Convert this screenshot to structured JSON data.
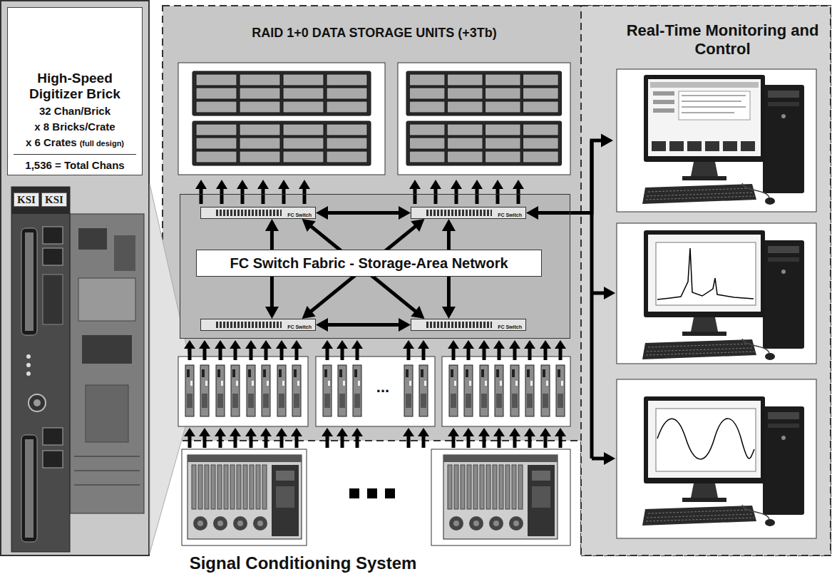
{
  "diagram": {
    "nodes": [
      {
        "text": [
          "High-Speed Digitizer Brick",
          "32 Chan/Brick",
          "x 8 Bricks/Crate",
          "x 6 Crates",
          "(full design)",
          "1,536 = Total Chans"
        ]
      },
      {
        "text": [
          "FC Switch Fabric - Storage-Area Network"
        ]
      },
      {
        "text": [
          "FC Switch"
        ],
        "in": 1
      },
      {
        "text": [
          "FC Switch"
        ],
        "in": 1
      },
      {
        "text": [
          "FC Switch"
        ],
        "in": 1
      },
      {
        "text": [
          "FC Switch"
        ],
        "in": 1
      },
      {
        "text": [
          "Real-Time Monitoring and Control"
        ]
      }
    ],
    "edges": [
      {
        "from": 2,
        "to": 3,
        "arrow": "both"
      },
      {
        "from": 2,
        "to": 4,
        "arrow": "both"
      },
      {
        "from": 3,
        "to": 5,
        "arrow": "both"
      },
      {
        "from": 4,
        "to": 5,
        "arrow": "both"
      },
      {
        "from": 2,
        "to": 5,
        "arrow": "both"
      },
      {
        "from": 3,
        "to": 4,
        "arrow": "both"
      },
      {
        "from": 3,
        "to": 6,
        "arrow": "both"
      }
    ],
    "labels": [
      "RAID 1+0 DATA STORAGE UNITS (+3Tb)",
      "KSI",
      "KSI",
      "...",
      "Signal Conditioning System"
    ]
  }
}
